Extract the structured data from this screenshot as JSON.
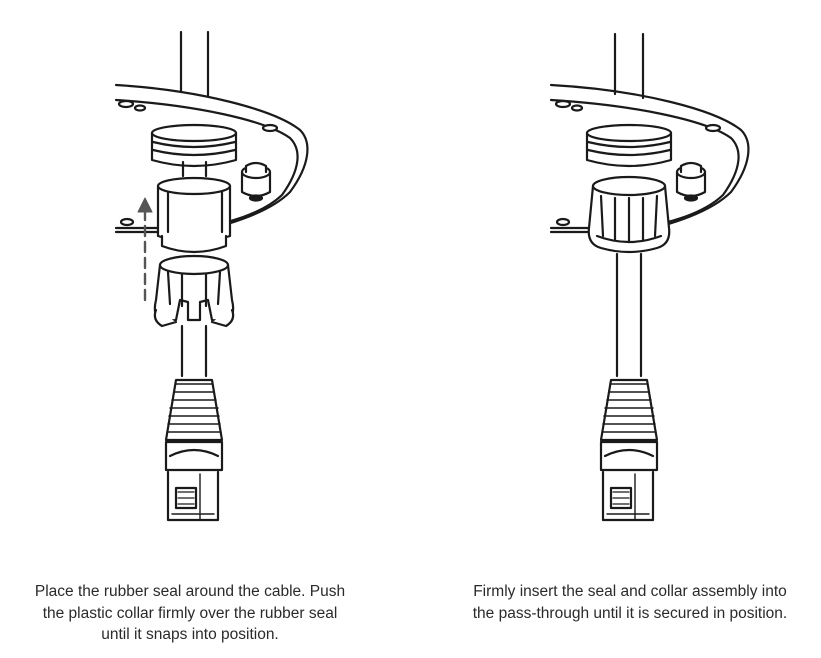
{
  "steps": [
    {
      "caption_lines": [
        "Place the rubber seal around the cable. Push",
        "the plastic collar firmly over the rubber seal",
        "until it snaps into position."
      ]
    },
    {
      "caption_lines": [
        "Firmly insert the seal and collar assembly into",
        "the pass-through until it is secured in position."
      ]
    }
  ],
  "colors": {
    "line": "#1a1a1a",
    "fill": "#ffffff",
    "shade": "#e6e6e6",
    "arrow": "#555555"
  }
}
